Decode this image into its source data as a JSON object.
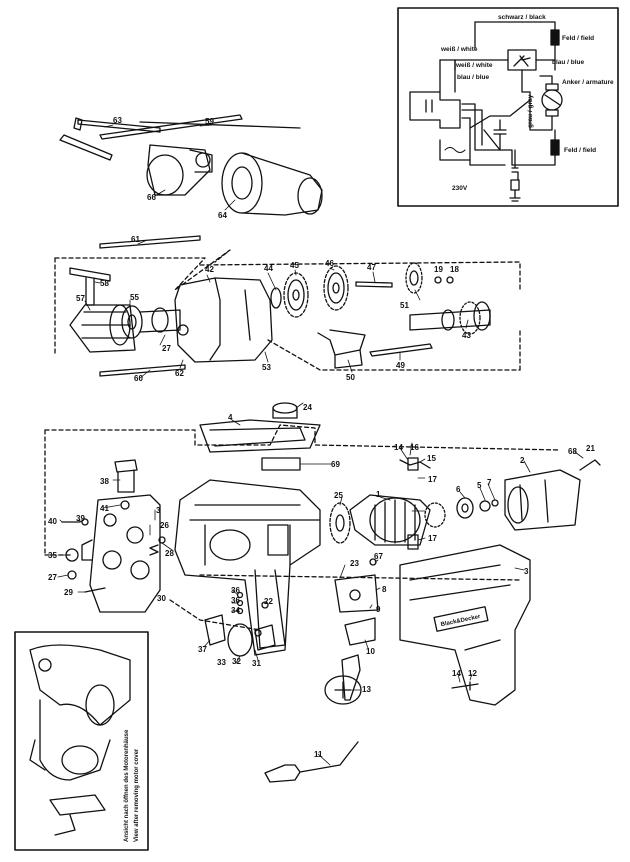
{
  "wiring": {
    "schwarz": "schwarz / black",
    "weiss1": "weiß / white",
    "weiss2": "weiß / white",
    "blau1": "blau / blue",
    "blau2": "blau / blue",
    "grau": "grau / gray",
    "feld1": "Feld / field",
    "feld2": "Feld / field",
    "anker": "Anker / armature",
    "voltage": "230V"
  },
  "parts": {
    "p63": "63",
    "p59": "59",
    "p66": "66",
    "p64": "64",
    "p61": "61",
    "p58": "58",
    "p57": "57",
    "p55": "55",
    "p42": "42",
    "p27": "27",
    "p44": "44",
    "p45": "45",
    "p46": "46",
    "p47": "47",
    "p19": "19",
    "p18": "18",
    "p51": "51",
    "p43": "43",
    "p60": "60",
    "p62": "62",
    "p53": "53",
    "p50": "50",
    "p49": "49",
    "p4": "4",
    "p24": "24",
    "p69": "69",
    "p14a": "14",
    "p16": "16",
    "p15": "15",
    "p17a": "17",
    "p1": "1",
    "p6": "6",
    "p5": "5",
    "p7": "7",
    "p68": "68",
    "p21": "21",
    "p2": "2",
    "p25": "25",
    "p17b": "17",
    "p38": "38",
    "p41": "41",
    "p40": "40",
    "p39": "39",
    "p3a": "3",
    "p26": "26",
    "p35": "35",
    "p27b": "27",
    "p29": "29",
    "p28": "28",
    "p36": "36",
    "p34": "34",
    "p33": "33",
    "p32": "32",
    "p31": "31",
    "p37": "37",
    "p22": "22",
    "p23": "23",
    "p67": "67",
    "p8": "8",
    "p9": "9",
    "p10": "10",
    "p3b": "3",
    "p13": "13",
    "p14b": "14",
    "p12": "12",
    "p11": "11",
    "p30": "30"
  },
  "brand": "Black&Decker",
  "note": {
    "line1": "Ansicht nach öffnen des Motorenhäuse",
    "line2": "View after removing motor cover"
  }
}
